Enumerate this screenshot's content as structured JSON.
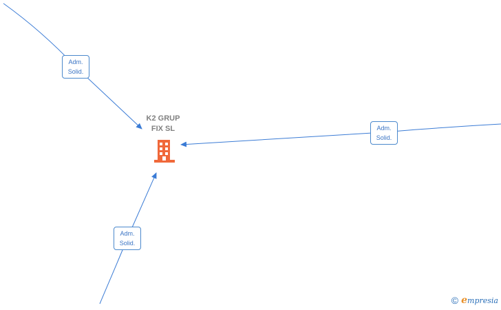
{
  "company": {
    "name_line1": "K2 GRUP",
    "name_line2": "FIX  SL",
    "icon": "building-icon",
    "icon_color": "#f0683a"
  },
  "edges": [
    {
      "line1": "Adm.",
      "line2": "Solid."
    },
    {
      "line1": "Adm.",
      "line2": "Solid."
    },
    {
      "line1": "Adm.",
      "line2": "Solid."
    }
  ],
  "edge_color": "#3a7bd5",
  "footer": {
    "copyright": "©",
    "brand_initial": "e",
    "brand_rest": "mpresia"
  }
}
